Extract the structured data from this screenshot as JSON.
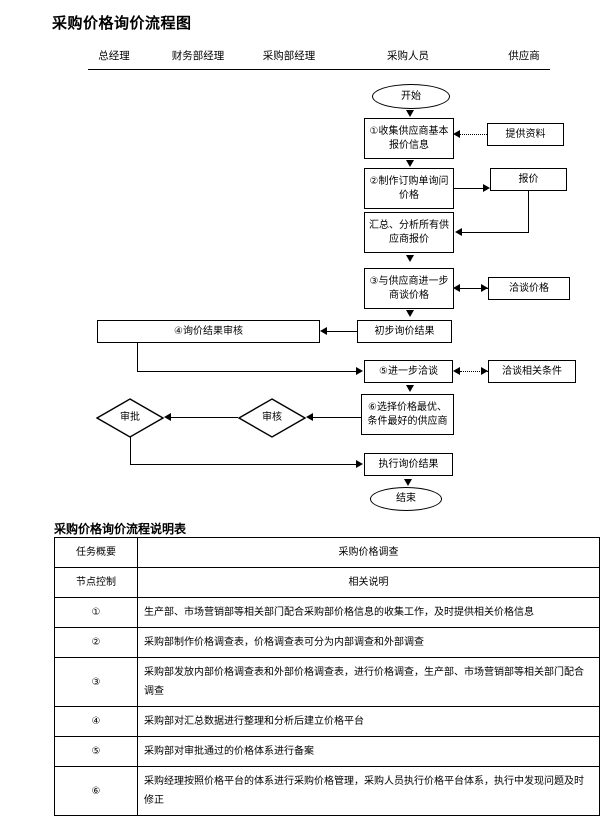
{
  "document": {
    "title": "采购价格询价流程图",
    "table_title": "采购价格询价流程说明表"
  },
  "flowchart": {
    "lanes": [
      {
        "label": "总经理"
      },
      {
        "label": "财务部经理"
      },
      {
        "label": "采购部经理"
      },
      {
        "label": "采购人员"
      },
      {
        "label": "供应商"
      }
    ],
    "nodes": {
      "start": "开始",
      "collect_info": "①收集供应商基本报价信息",
      "provide_data": "提供资料",
      "make_order": "②制作订购单询问价格",
      "quotation": "报价",
      "summarize": "汇总、分析所有供应商报价",
      "negotiate_price": "③与供应商进一步商谈价格",
      "talk_price": "洽谈价格",
      "preliminary_result": "初步询价结果",
      "review_result": "④询价结果审核",
      "further_talk": "⑤进一步洽谈",
      "talk_conditions": "洽谈相关条件",
      "select_supplier": "⑥选择价格最优、条件最好的供应商",
      "audit": "审核",
      "approve": "审批",
      "execute_result": "执行询价结果",
      "end": "结束"
    }
  },
  "description_table": {
    "rows": [
      {
        "key": "任务概要",
        "value": "采购价格调查",
        "align": "center"
      },
      {
        "key": "节点控制",
        "value": "相关说明",
        "align": "center"
      },
      {
        "key": "①",
        "value": "生产部、市场营销部等相关部门配合采购部价格信息的收集工作，及时提供相关价格信息",
        "align": "left"
      },
      {
        "key": "②",
        "value": "采购部制作价格调查表，价格调查表可分为内部调查和外部调查",
        "align": "left"
      },
      {
        "key": "③",
        "value": "采购部发放内部价格调查表和外部价格调查表，进行价格调查，生产部、市场营销部等相关部门配合调查",
        "align": "left"
      },
      {
        "key": "④",
        "value": "采购部对汇总数据进行整理和分析后建立价格平台",
        "align": "left"
      },
      {
        "key": "⑤",
        "value": "采购部对审批通过的价格体系进行备案",
        "align": "left"
      },
      {
        "key": "⑥",
        "value": "采购经理按照价格平台的体系进行采购价格管理，采购人员执行价格平台体系，执行中发现问题及时修正",
        "align": "left"
      }
    ]
  }
}
